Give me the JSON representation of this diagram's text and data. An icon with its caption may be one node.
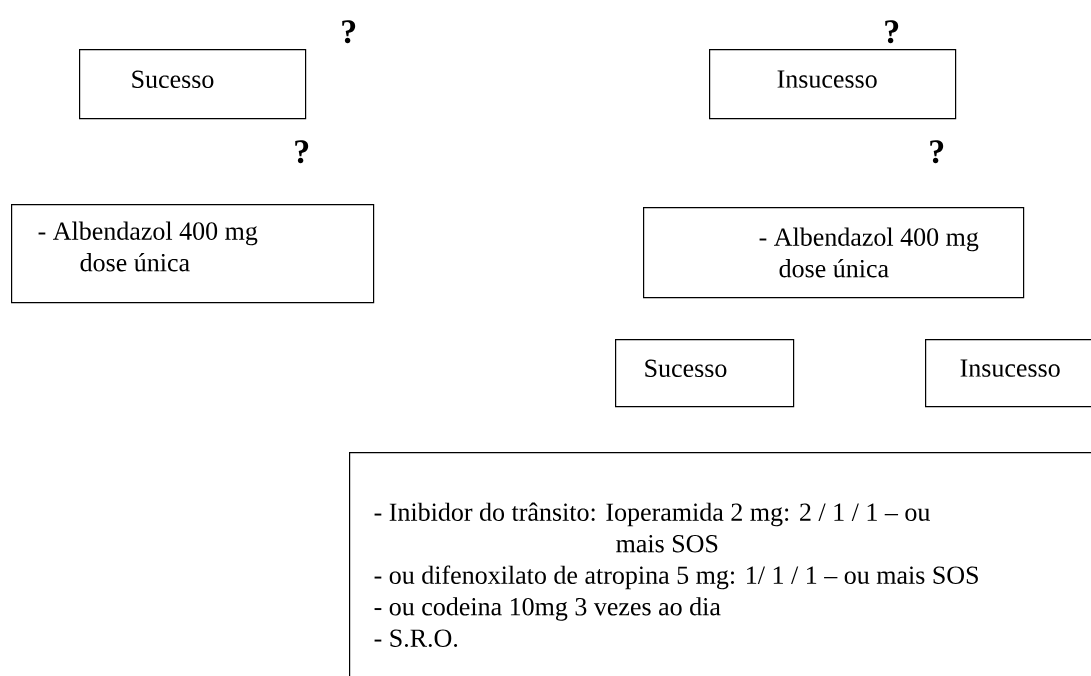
{
  "diagram": {
    "nodes": [
      {
        "text": [
          "Sucesso"
        ]
      },
      {
        "text": [
          "Insucesso"
        ]
      },
      {
        "text": [
          "- Albendazol 400 mg dose única"
        ]
      },
      {
        "text": [
          "- Albendazol 400 mg dose única"
        ]
      },
      {
        "text": [
          "Sucesso"
        ]
      },
      {
        "text": [
          "Insucesso"
        ]
      },
      {
        "text": [
          "- Inibidor do trânsito: Ioperamida 2 mg: 2 / 1 / 1 – ou mais SOS",
          "- ou difenoxilato de atropina 5 mg: 1/ 1 / 1 – ou mais SOS",
          "- ou codeina 10mg 3 vezes ao dia",
          "- S.R.O."
        ]
      }
    ],
    "edges": [],
    "labels": [
      "?",
      "?",
      "?",
      "?"
    ]
  }
}
